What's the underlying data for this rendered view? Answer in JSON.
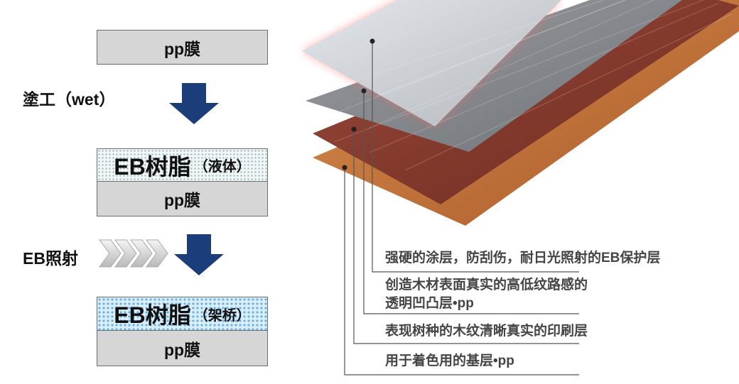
{
  "left_flow": {
    "box1_label": "pp膜",
    "step1_label": "塗工（wet）",
    "resin1": {
      "main": "EB树脂",
      "sub": "（液体）"
    },
    "box2_label": "pp膜",
    "step2_label": "EB照射",
    "resin2": {
      "main": "EB树脂",
      "sub": "（架桥）"
    },
    "box3_label": "pp膜"
  },
  "callouts": [
    {
      "text": "强硬的涂层，防刮伤，耐日光照射的EB保护层"
    },
    {
      "line1": "创造木材表面真实的高低纹路感的",
      "line2": "透明凹凸层•pp"
    },
    {
      "text": "表现树种的木纹清晰真实的印刷层"
    },
    {
      "text": "用于着色用的基层•pp"
    }
  ],
  "colors": {
    "arrow_blue": "#1b3d7a",
    "box_grey": "#d6d6d6",
    "layer_top": "#c9cdd2",
    "layer_2": "#8b8e92",
    "layer_3": "#8a3a2c",
    "layer_4": "#c2763a"
  }
}
